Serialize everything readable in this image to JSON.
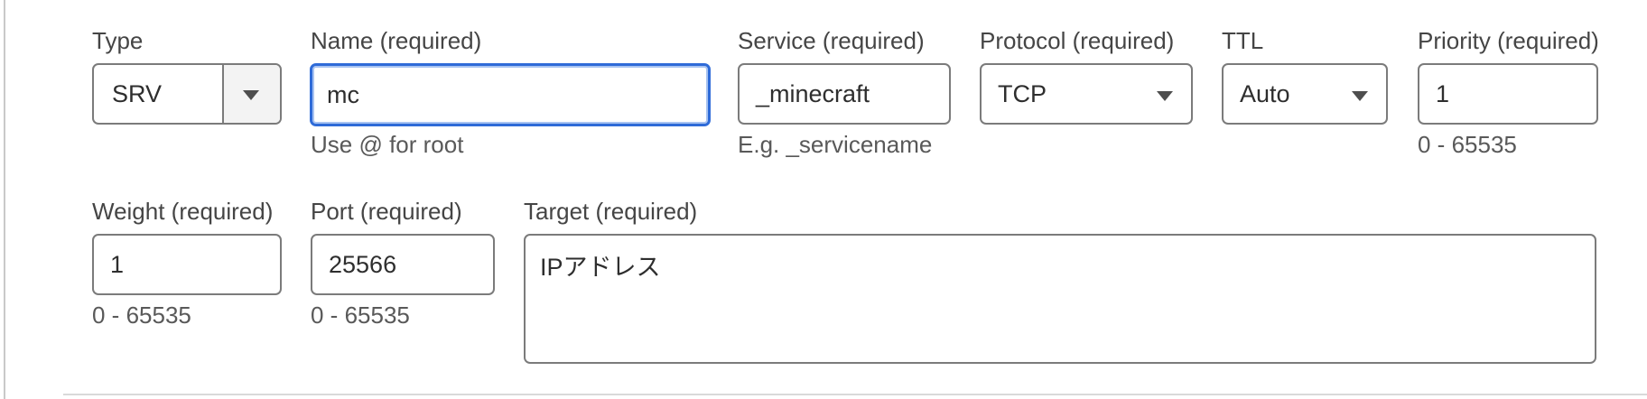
{
  "record_form": {
    "type": {
      "label": "Type",
      "value": "SRV"
    },
    "name": {
      "label": "Name (required)",
      "value": "mc",
      "help": "Use @ for root"
    },
    "service": {
      "label": "Service (required)",
      "value": "_minecraft",
      "help": "E.g. _servicename"
    },
    "protocol": {
      "label": "Protocol (required)",
      "value": "TCP"
    },
    "ttl": {
      "label": "TTL",
      "value": "Auto"
    },
    "priority": {
      "label": "Priority (required)",
      "value": "1",
      "help": "0 - 65535"
    },
    "weight": {
      "label": "Weight (required)",
      "value": "1",
      "help": "0 - 65535"
    },
    "port": {
      "label": "Port (required)",
      "value": "25566",
      "help": "0 - 65535"
    },
    "target": {
      "label": "Target (required)",
      "value": "IPアドレス"
    }
  },
  "colors": {
    "focus_border": "#2f6bd8",
    "input_border": "#7b7b7b",
    "label_text": "#454545"
  },
  "icons": {
    "select_caret": "chevron-down-icon"
  }
}
